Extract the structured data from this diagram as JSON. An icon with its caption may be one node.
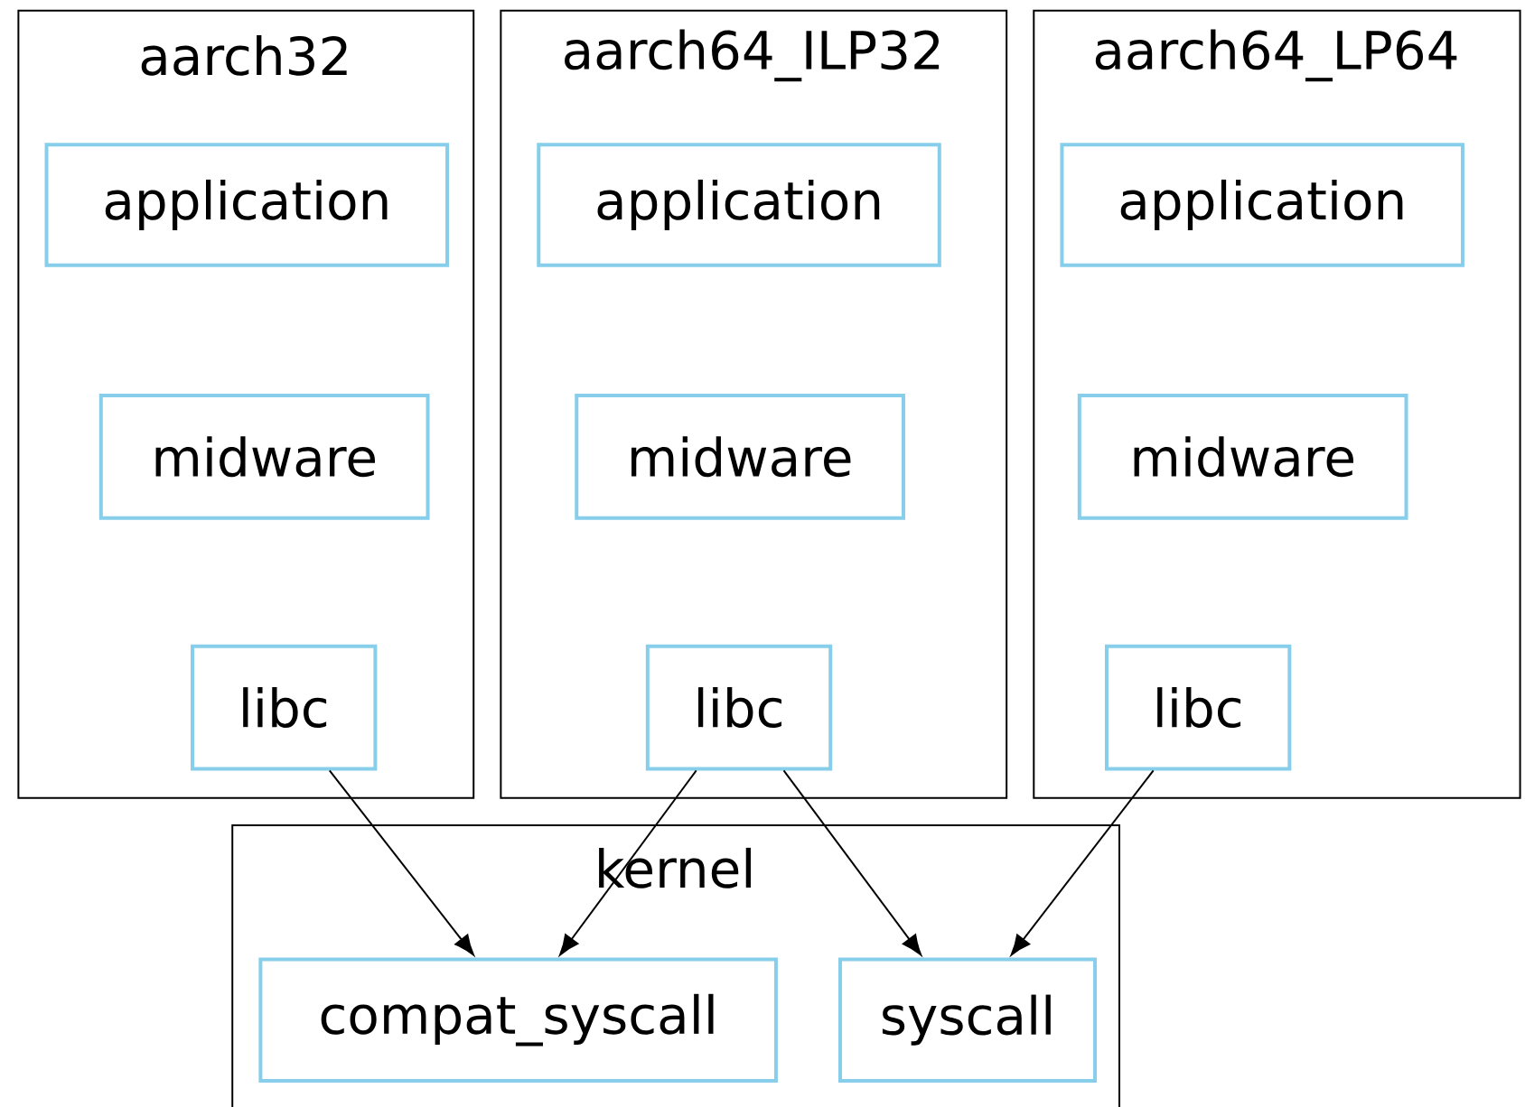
{
  "diagram": {
    "nodes": [
      {
        "text": [
          "aarch32"
        ]
      },
      {
        "text": [
          "application"
        ],
        "in": 0
      },
      {
        "text": [
          "midware"
        ],
        "in": 0
      },
      {
        "text": [
          "libc"
        ],
        "in": 0
      },
      {
        "text": [
          "aarch64_ILP32"
        ]
      },
      {
        "text": [
          "application"
        ],
        "in": 4
      },
      {
        "text": [
          "midware"
        ],
        "in": 4
      },
      {
        "text": [
          "libc"
        ],
        "in": 4
      },
      {
        "text": [
          "aarch64_LP64"
        ]
      },
      {
        "text": [
          "application"
        ],
        "in": 8
      },
      {
        "text": [
          "midware"
        ],
        "in": 8
      },
      {
        "text": [
          "libc"
        ],
        "in": 8
      },
      {
        "text": [
          "kernel"
        ]
      },
      {
        "text": [
          "compat_syscall"
        ],
        "in": 12
      },
      {
        "text": [
          "syscall"
        ],
        "in": 12
      }
    ],
    "edges": [
      {
        "from": 3,
        "to": 13,
        "arrow": "to"
      },
      {
        "from": 7,
        "to": 13,
        "arrow": "to"
      },
      {
        "from": 7,
        "to": 14,
        "arrow": "to"
      },
      {
        "from": 11,
        "to": 14,
        "arrow": "to"
      }
    ]
  }
}
